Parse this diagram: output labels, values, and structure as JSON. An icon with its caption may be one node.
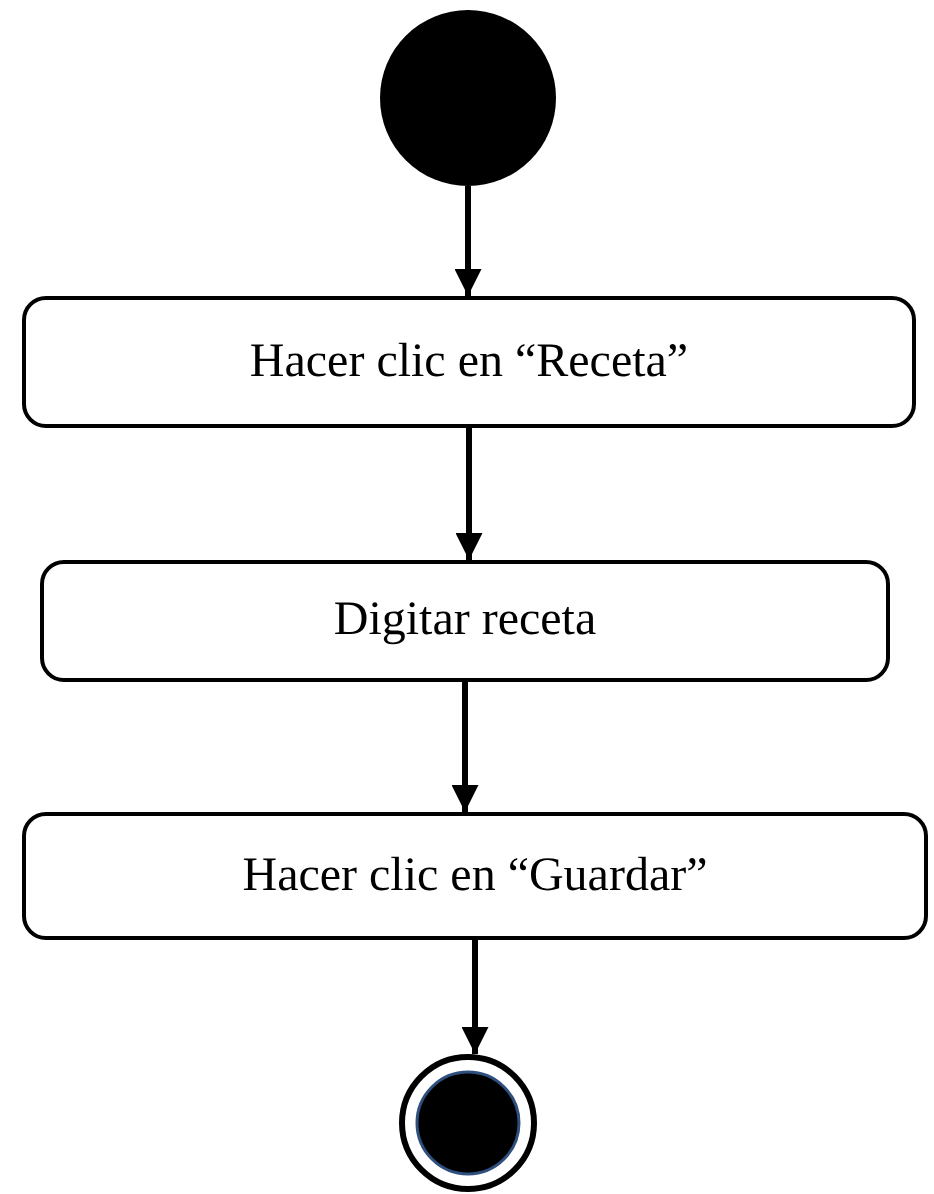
{
  "diagram": {
    "nodes": [
      {
        "text": [],
        "shape": "circle"
      },
      {
        "text": [
          "Hacer clic en “Receta”"
        ]
      },
      {
        "text": [
          "Digitar receta"
        ]
      },
      {
        "text": [
          "Hacer clic en “Guardar”"
        ]
      },
      {
        "text": [],
        "shape": "bullseye"
      }
    ],
    "edges": [
      {
        "from": 0,
        "to": 1,
        "arrow": "to"
      },
      {
        "from": 1,
        "to": 2,
        "arrow": "to"
      },
      {
        "from": 2,
        "to": 3,
        "arrow": "to"
      },
      {
        "from": 3,
        "to": 4,
        "arrow": "to"
      }
    ]
  }
}
